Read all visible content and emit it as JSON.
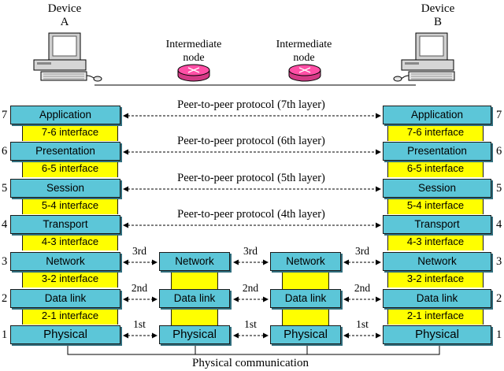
{
  "devices": {
    "a": {
      "line1": "Device",
      "line2": "A"
    },
    "b": {
      "line1": "Device",
      "line2": "B"
    }
  },
  "intermediate_nodes": [
    {
      "line1": "Intermediate",
      "line2": "node"
    },
    {
      "line1": "Intermediate",
      "line2": "node"
    }
  ],
  "layer_numbers": [
    "7",
    "6",
    "5",
    "4",
    "3",
    "2",
    "1"
  ],
  "end_layers": [
    "Application",
    "Presentation",
    "Session",
    "Transport",
    "Network",
    "Data link",
    "Physical"
  ],
  "interfaces": [
    "7-6 interface",
    "6-5 interface",
    "5-4 interface",
    "4-3 interface",
    "3-2 interface",
    "2-1 interface"
  ],
  "node_layers": [
    "Network",
    "Data link",
    "Physical"
  ],
  "peer_protocols": [
    "Peer-to-peer protocol (7th layer)",
    "Peer-to-peer protocol (6th layer)",
    "Peer-to-peer protocol (5th layer)",
    "Peer-to-peer protocol (4th layer)"
  ],
  "hop_labels": [
    "3rd",
    "2nd",
    "1st"
  ],
  "physical_communication": "Physical communication",
  "colors": {
    "layer_box": "#5cc6d8",
    "interface_band": "#ffff00",
    "router": "#ff4fa6"
  }
}
